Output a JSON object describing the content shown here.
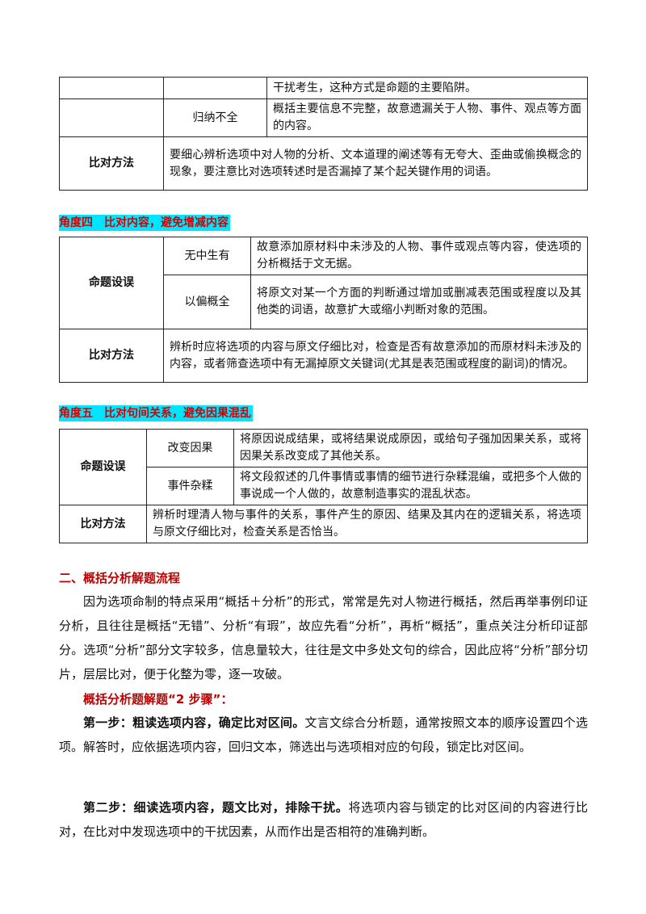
{
  "table1": {
    "row1_text": "干扰考生，这种方式是命题的主要陷阱。",
    "row2_sub": "归纳不全",
    "row2_text": "概括主要信息不完整，故意遗漏关于人物、事件、观点等方面的内容。",
    "row3_label": "比对方法",
    "row3_text": "要细心辨析选项中对人物的分析、文本道理的阐述等有无夸大、歪曲或偷换概念的现象，要注意比对选项转述时是否漏掉了某个起关键作用的词语。"
  },
  "angle4": {
    "heading": "角度四　比对内容，避免增减内容",
    "label1": "命题设误",
    "sub1": "无中生有",
    "text1": "故意添加原材料中未涉及的人物、事件或观点等内容，使选项的分析概括于文无据。",
    "sub2": "以偏概全",
    "text2": "将原文对某一个方面的判断通过增加或删减表范围或程度以及其他类的词语，故意扩大或缩小判断对象的范围。",
    "label2": "比对方法",
    "text3": "辨析时应将选项的内容与原文仔细比对，检查是否有故意添加的而原材料未涉及的内容，或者筛查选项中有无漏掉原文关键词(尤其是表范围或程度的副词)的情况。"
  },
  "angle5": {
    "heading": "角度五　比对句间关系，避免因果混乱",
    "label1": "命题设误",
    "sub1": "改变因果",
    "text1": "将原因说成结果，或将结果说成原因，或给句子强加因果关系，或将因果关系改变成了其他关系。",
    "sub2": "事件杂糅",
    "text2": "将文段叙述的几件事情或事情的细节进行杂糅混编，或把多个人做的事说成一个人做的，故意制造事实的混乱状态。",
    "label2": "比对方法",
    "text3": "辨析时理清人物与事件的关系，事件产生的原因、结果及其内在的逻辑关系，将选项与原文仔细比对，检查关系是否恰当。"
  },
  "section2": {
    "title": "二、概括分析解题流程",
    "para": "因为选项命制的特点采用“概括＋分析”的形式，常常是先对人物进行概括，然后再举事例印证分析，且往往是概括“无错”、分析“有瑕”，故应先看“分析”，再析“概括”，重点关注分析印证部分。选项“分析”部分文字较多，信息量较大，往往是文中多处文句的综合，因此应将“分析”部分切片，层层比对，便于化整为零，逐一攻破。",
    "steps_title": "概括分析题解题“2 步骤”：",
    "step1_bold": "第一步：粗读选项内容，确定比对区间。",
    "step1_text": "文言文综合分析题，通常按照文本的顺序设置四个选项。解答时，应依据选项内容，回归文本，筛选出与选项相对应的句段，锁定比对区间。",
    "step2_bold": "第二步：细读选项内容，题文比对，排除干扰。",
    "step2_text": "将选项内容与锁定的比对区间的内容进行比对，在比对中发现选项中的干扰因素，从而作出是否相符的准确判断。"
  }
}
